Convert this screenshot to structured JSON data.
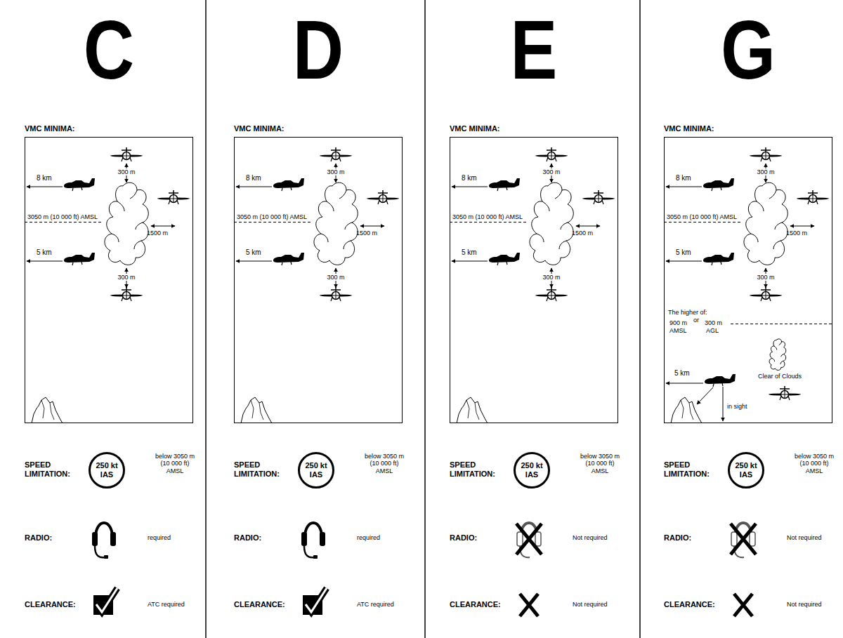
{
  "diagram": {
    "nodes": [
      {
        "text": [
          "VMC MINIMA:"
        ]
      },
      {
        "text": [
          "250 kt IAS"
        ]
      },
      {
        "text": [
          "VMC MINIMA:"
        ]
      },
      {
        "text": [
          "250 kt IAS"
        ]
      },
      {
        "text": [
          "VMC MINIMA:"
        ]
      },
      {
        "text": [
          "250 kt IAS"
        ]
      },
      {
        "text": [
          "VMC MINIMA:"
        ]
      },
      {
        "text": [
          "250 kt IAS"
        ]
      }
    ],
    "labels": [
      "C",
      "8 km",
      "300 m",
      "3050 m (10 000 ft) AMSL",
      "1500 m",
      "5 km",
      "300 m",
      "SPEED LIMITATION:",
      "below 3050 m (10 000 ft) AMSL",
      "RADIO:",
      "required",
      "CLEARANCE:",
      "ATC required",
      "D",
      "8 km",
      "300 m",
      "3050 m (10 000 ft) AMSL",
      "1500 m",
      "5 km",
      "300 m",
      "SPEED LIMITATION:",
      "below 3050 m (10 000 ft) AMSL",
      "RADIO:",
      "required",
      "CLEARANCE:",
      "ATC required",
      "E",
      "8 km",
      "300 m",
      "3050 m (10 000 ft) AMSL",
      "1500 m",
      "5 km",
      "300 m",
      "SPEED LIMITATION:",
      "below 3050 m (10 000 ft) AMSL",
      "RADIO:",
      "Not required",
      "CLEARANCE:",
      "Not required",
      "G",
      "8 km",
      "300 m",
      "3050 m (10 000 ft) AMSL",
      "1500 m",
      "5 km",
      "300 m",
      "The higher of:",
      "900 m",
      "or",
      "300 m",
      "AMSL",
      "AGL",
      "Clear of Clouds",
      "5 km",
      "in sight",
      "SPEED LIMITATION:",
      "below 3050 m (10 000 ft) AMSL",
      "RADIO:",
      "Not required",
      "CLEARANCE:",
      "Not required"
    ]
  }
}
